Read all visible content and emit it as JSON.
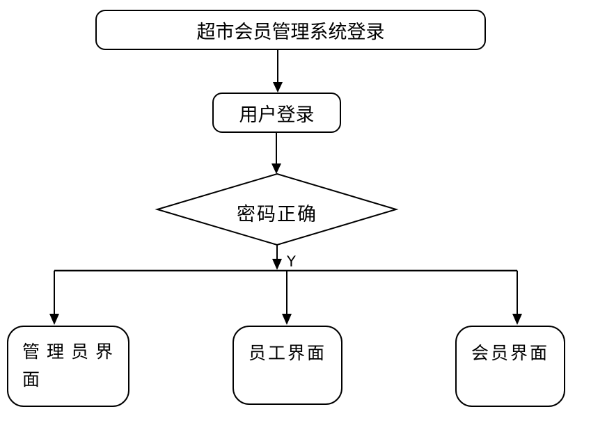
{
  "page": {
    "background_color": "#ffffff",
    "stroke_color": "#000000",
    "text_color": "#000000"
  },
  "flowchart": {
    "nodes": {
      "start": {
        "label": "超市会员管理系统登录",
        "shape": "rounded-rect"
      },
      "login": {
        "label": "用户登录",
        "shape": "rounded-rect"
      },
      "decision": {
        "label": "密码正确",
        "shape": "diamond"
      },
      "admin": {
        "label": "管理员界面",
        "shape": "rounded-rect"
      },
      "staff": {
        "label": "员工界面",
        "shape": "rounded-rect"
      },
      "member": {
        "label": "会员界面",
        "shape": "rounded-rect"
      }
    },
    "edges": {
      "start_to_login": {
        "from": "start",
        "to": "login",
        "label": ""
      },
      "login_to_decision": {
        "from": "login",
        "to": "decision",
        "label": ""
      },
      "decision_to_branch": {
        "from": "decision",
        "to": "branch",
        "label": "Y"
      },
      "branch_to_admin": {
        "from": "branch",
        "to": "admin",
        "label": ""
      },
      "branch_to_staff": {
        "from": "branch",
        "to": "staff",
        "label": ""
      },
      "branch_to_member": {
        "from": "branch",
        "to": "member",
        "label": ""
      }
    }
  }
}
